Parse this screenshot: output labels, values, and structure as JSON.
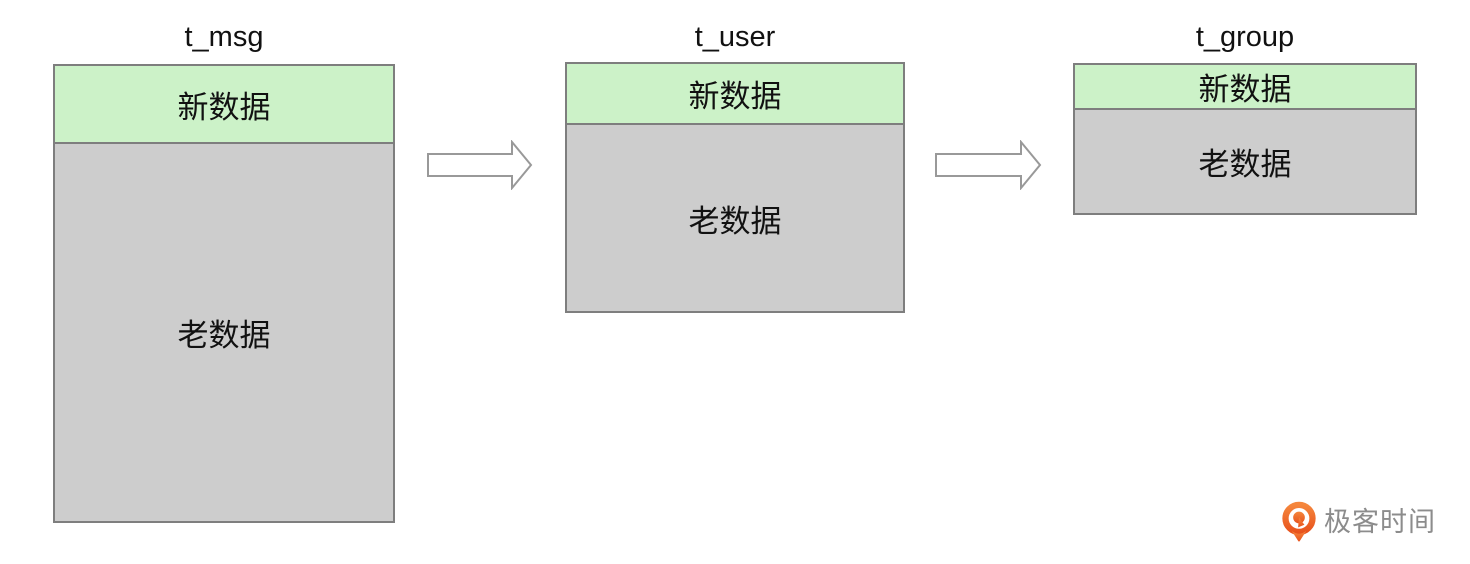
{
  "diagram": {
    "tables": [
      {
        "name": "t_msg",
        "new_label": "新数据",
        "old_label": "老数据"
      },
      {
        "name": "t_user",
        "new_label": "新数据",
        "old_label": "老数据"
      },
      {
        "name": "t_group",
        "new_label": "新数据",
        "old_label": "老数据"
      }
    ],
    "colors": {
      "new_fill": "#ccf2c8",
      "old_fill": "#cdcdcd",
      "border": "#7e7e7e",
      "arrow_stroke": "#999999",
      "arrow_fill": "#ffffff"
    }
  },
  "branding": {
    "logo_text": "极客时间",
    "logo_orange_top": "#f5863c",
    "logo_orange_bottom": "#e8531d",
    "logo_text_color": "#8c8c8c"
  }
}
